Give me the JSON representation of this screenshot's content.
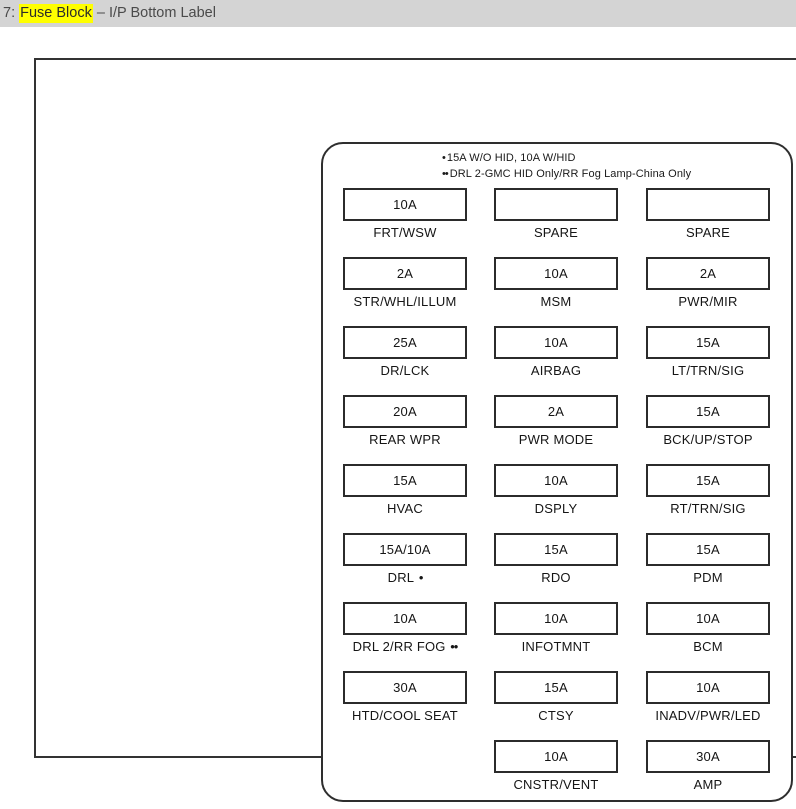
{
  "header": {
    "prefix": "7: ",
    "highlight": "Fuse Block",
    "suffix": " – I/P Bottom Label"
  },
  "panel": {
    "legend": [
      {
        "marker": "•",
        "text": "15A W/O HID, 10A W/HID"
      },
      {
        "marker": "••",
        "text": "DRL 2-GMC HID Only/RR Fog Lamp-China Only"
      }
    ],
    "rows": [
      [
        {
          "amp": "10A",
          "label": "FRT/WSW",
          "marker": ""
        },
        {
          "amp": "",
          "label": "SPARE",
          "marker": ""
        },
        {
          "amp": "",
          "label": "SPARE",
          "marker": ""
        }
      ],
      [
        {
          "amp": "2A",
          "label": "STR/WHL/ILLUM",
          "marker": ""
        },
        {
          "amp": "10A",
          "label": "MSM",
          "marker": ""
        },
        {
          "amp": "2A",
          "label": "PWR/MIR",
          "marker": ""
        }
      ],
      [
        {
          "amp": "25A",
          "label": "DR/LCK",
          "marker": ""
        },
        {
          "amp": "10A",
          "label": "AIRBAG",
          "marker": ""
        },
        {
          "amp": "15A",
          "label": "LT/TRN/SIG",
          "marker": ""
        }
      ],
      [
        {
          "amp": "20A",
          "label": "REAR WPR",
          "marker": ""
        },
        {
          "amp": "2A",
          "label": "PWR MODE",
          "marker": ""
        },
        {
          "amp": "15A",
          "label": "BCK/UP/STOP",
          "marker": ""
        }
      ],
      [
        {
          "amp": "15A",
          "label": "HVAC",
          "marker": ""
        },
        {
          "amp": "10A",
          "label": "DSPLY",
          "marker": ""
        },
        {
          "amp": "15A",
          "label": "RT/TRN/SIG",
          "marker": ""
        }
      ],
      [
        {
          "amp": "15A/10A",
          "label": "DRL",
          "marker": "•"
        },
        {
          "amp": "15A",
          "label": "RDO",
          "marker": ""
        },
        {
          "amp": "15A",
          "label": "PDM",
          "marker": ""
        }
      ],
      [
        {
          "amp": "10A",
          "label": "DRL 2/RR FOG",
          "marker": "••"
        },
        {
          "amp": "10A",
          "label": "INFOTMNT",
          "marker": ""
        },
        {
          "amp": "10A",
          "label": "BCM",
          "marker": ""
        }
      ],
      [
        {
          "amp": "30A",
          "label": "HTD/COOL SEAT",
          "marker": ""
        },
        {
          "amp": "15A",
          "label": "CTSY",
          "marker": ""
        },
        {
          "amp": "10A",
          "label": "INADV/PWR/LED",
          "marker": ""
        }
      ],
      [
        {
          "empty": true
        },
        {
          "amp": "10A",
          "label": "CNSTR/VENT",
          "marker": ""
        },
        {
          "amp": "30A",
          "label": "AMP",
          "marker": ""
        }
      ]
    ]
  }
}
